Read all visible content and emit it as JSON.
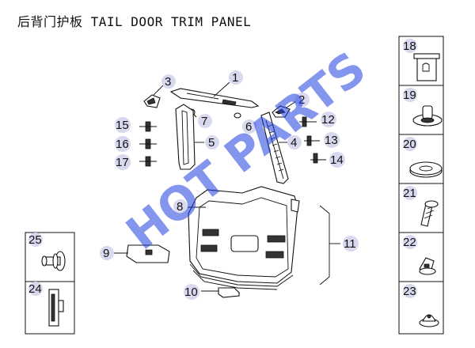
{
  "title": "后背门护板 TAIL DOOR TRIM PANEL",
  "watermark": "HOT PARTS",
  "callouts": [
    "1",
    "2",
    "3",
    "4",
    "5",
    "6",
    "7",
    "8",
    "9",
    "10",
    "11",
    "12",
    "13",
    "14",
    "15",
    "16",
    "17"
  ],
  "side_boxes": [
    "18",
    "19",
    "20",
    "21",
    "22",
    "23",
    "24",
    "25"
  ]
}
